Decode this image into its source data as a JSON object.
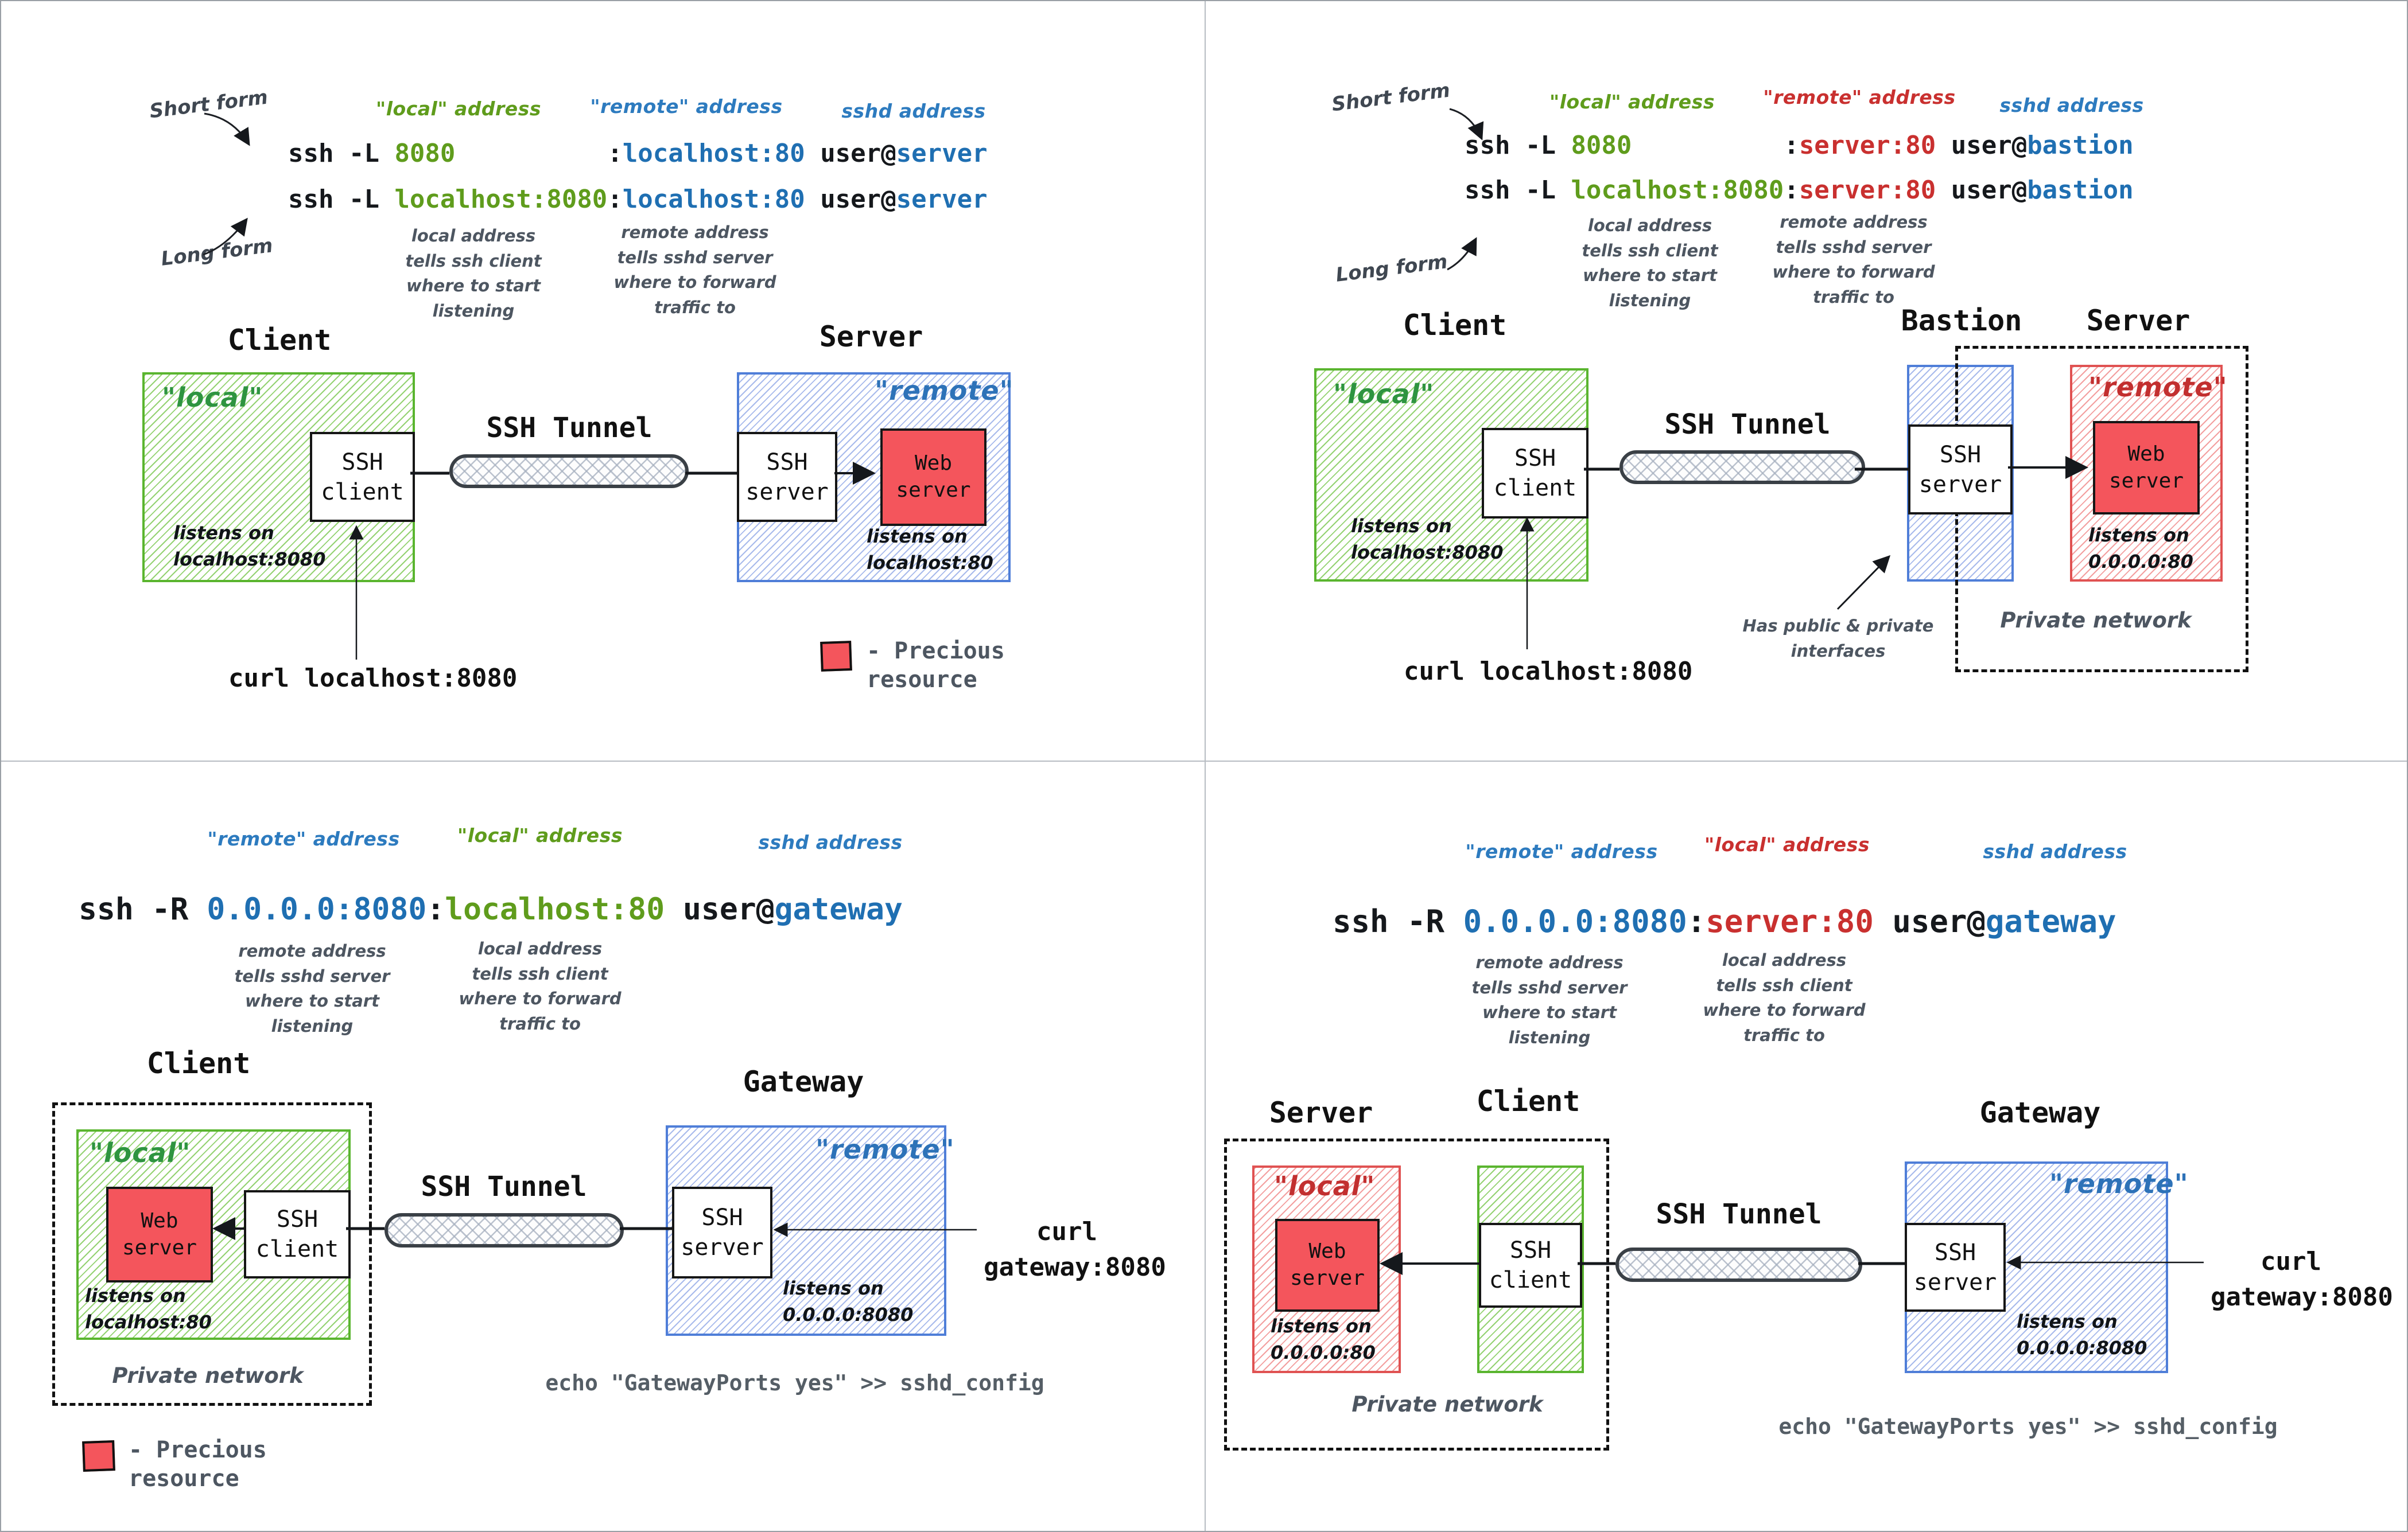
{
  "legend": {
    "label": "- Precious\n  resource"
  },
  "shared": {
    "short_form": "Short form",
    "long_form": "Long form",
    "ssh_tunnel": "SSH Tunnel",
    "ssh_client": "SSH\nclient",
    "ssh_server": "SSH\nserver",
    "web_server": "Web\nserver",
    "private_network": "Private network",
    "local_note_fwd": "local address\ntells ssh client\nwhere to start\nlistening",
    "remote_note_fwd": "remote address\ntells sshd server\nwhere to forward\ntraffic to",
    "remote_note_rev": "remote address\ntells sshd server\nwhere to start\nlistening",
    "local_note_rev": "local address\ntells ssh client\nwhere to forward\ntraffic to"
  },
  "tl": {
    "addr_local": "\"local\" address",
    "addr_remote": "\"remote\" address",
    "addr_sshd": "sshd address",
    "cmd1": [
      {
        "t": "ssh -L ",
        "c": "k"
      },
      {
        "t": "8080",
        "c": "g"
      },
      {
        "t": "          ",
        "c": "k"
      },
      {
        "t": ":",
        "c": "k"
      },
      {
        "t": "localhost:80",
        "c": "b"
      },
      {
        "t": " user@",
        "c": "k"
      },
      {
        "t": "server",
        "c": "b"
      }
    ],
    "cmd2": [
      {
        "t": "ssh -L ",
        "c": "k"
      },
      {
        "t": "localhost:8080",
        "c": "g"
      },
      {
        "t": ":",
        "c": "k"
      },
      {
        "t": "localhost:80",
        "c": "b"
      },
      {
        "t": " user@",
        "c": "k"
      },
      {
        "t": "server",
        "c": "b"
      }
    ],
    "client_title": "Client",
    "server_title": "Server",
    "local_tag": "\"local\"",
    "remote_tag": "\"remote\"",
    "listens_client": "listens on\nlocalhost:8080",
    "listens_server": "listens on\nlocalhost:80",
    "curl": "curl localhost:8080"
  },
  "tr": {
    "addr_local": "\"local\" address",
    "addr_remote": "\"remote\" address",
    "addr_sshd": "sshd address",
    "cmd1": [
      {
        "t": "ssh -L ",
        "c": "k"
      },
      {
        "t": "8080",
        "c": "g"
      },
      {
        "t": "          ",
        "c": "k"
      },
      {
        "t": ":",
        "c": "k"
      },
      {
        "t": "server:80",
        "c": "r"
      },
      {
        "t": " user@",
        "c": "k"
      },
      {
        "t": "bastion",
        "c": "b"
      }
    ],
    "cmd2": [
      {
        "t": "ssh -L ",
        "c": "k"
      },
      {
        "t": "localhost:8080",
        "c": "g"
      },
      {
        "t": ":",
        "c": "k"
      },
      {
        "t": "server:80",
        "c": "r"
      },
      {
        "t": " user@",
        "c": "k"
      },
      {
        "t": "bastion",
        "c": "b"
      }
    ],
    "client_title": "Client",
    "bastion_title": "Bastion",
    "server_title": "Server",
    "local_tag": "\"local\"",
    "remote_tag": "\"remote\"",
    "listens_client": "listens on\nlocalhost:8080",
    "listens_server": "listens on\n0.0.0.0:80",
    "curl": "curl localhost:8080",
    "has_public": "Has public & private\ninterfaces",
    "private_network": "Private network"
  },
  "bl": {
    "addr_remote": "\"remote\" address",
    "addr_local": "\"local\" address",
    "addr_sshd": "sshd address",
    "cmd": [
      {
        "t": "ssh -R ",
        "c": "k"
      },
      {
        "t": "0.0.0.0:8080",
        "c": "b"
      },
      {
        "t": ":",
        "c": "k"
      },
      {
        "t": "localhost:80",
        "c": "g"
      },
      {
        "t": " user@",
        "c": "k"
      },
      {
        "t": "gateway",
        "c": "b"
      }
    ],
    "client_title": "Client",
    "gateway_title": "Gateway",
    "local_tag": "\"local\"",
    "remote_tag": "\"remote\"",
    "listens_web": "listens on\nlocalhost:80",
    "listens_gw": "listens on\n0.0.0.0:8080",
    "curl": "curl\ngateway:8080",
    "echo": "echo \"GatewayPorts yes\" >> sshd_config",
    "private_network": "Private network"
  },
  "br": {
    "addr_remote": "\"remote\" address",
    "addr_local": "\"local\" address",
    "addr_sshd": "sshd address",
    "cmd": [
      {
        "t": "ssh -R ",
        "c": "k"
      },
      {
        "t": "0.0.0.0:8080",
        "c": "b"
      },
      {
        "t": ":",
        "c": "k"
      },
      {
        "t": "server:80",
        "c": "r"
      },
      {
        "t": " user@",
        "c": "k"
      },
      {
        "t": "gateway",
        "c": "b"
      }
    ],
    "server_title": "Server",
    "client_title": "Client",
    "gateway_title": "Gateway",
    "local_tag": "\"local\"",
    "remote_tag": "\"remote\"",
    "listens_web": "listens on\n0.0.0.0:80",
    "listens_gw": "listens on\n0.0.0.0:8080",
    "curl": "curl\ngateway:8080",
    "echo": "echo \"GatewayPorts yes\" >> sshd_config",
    "private_network": "Private network"
  }
}
